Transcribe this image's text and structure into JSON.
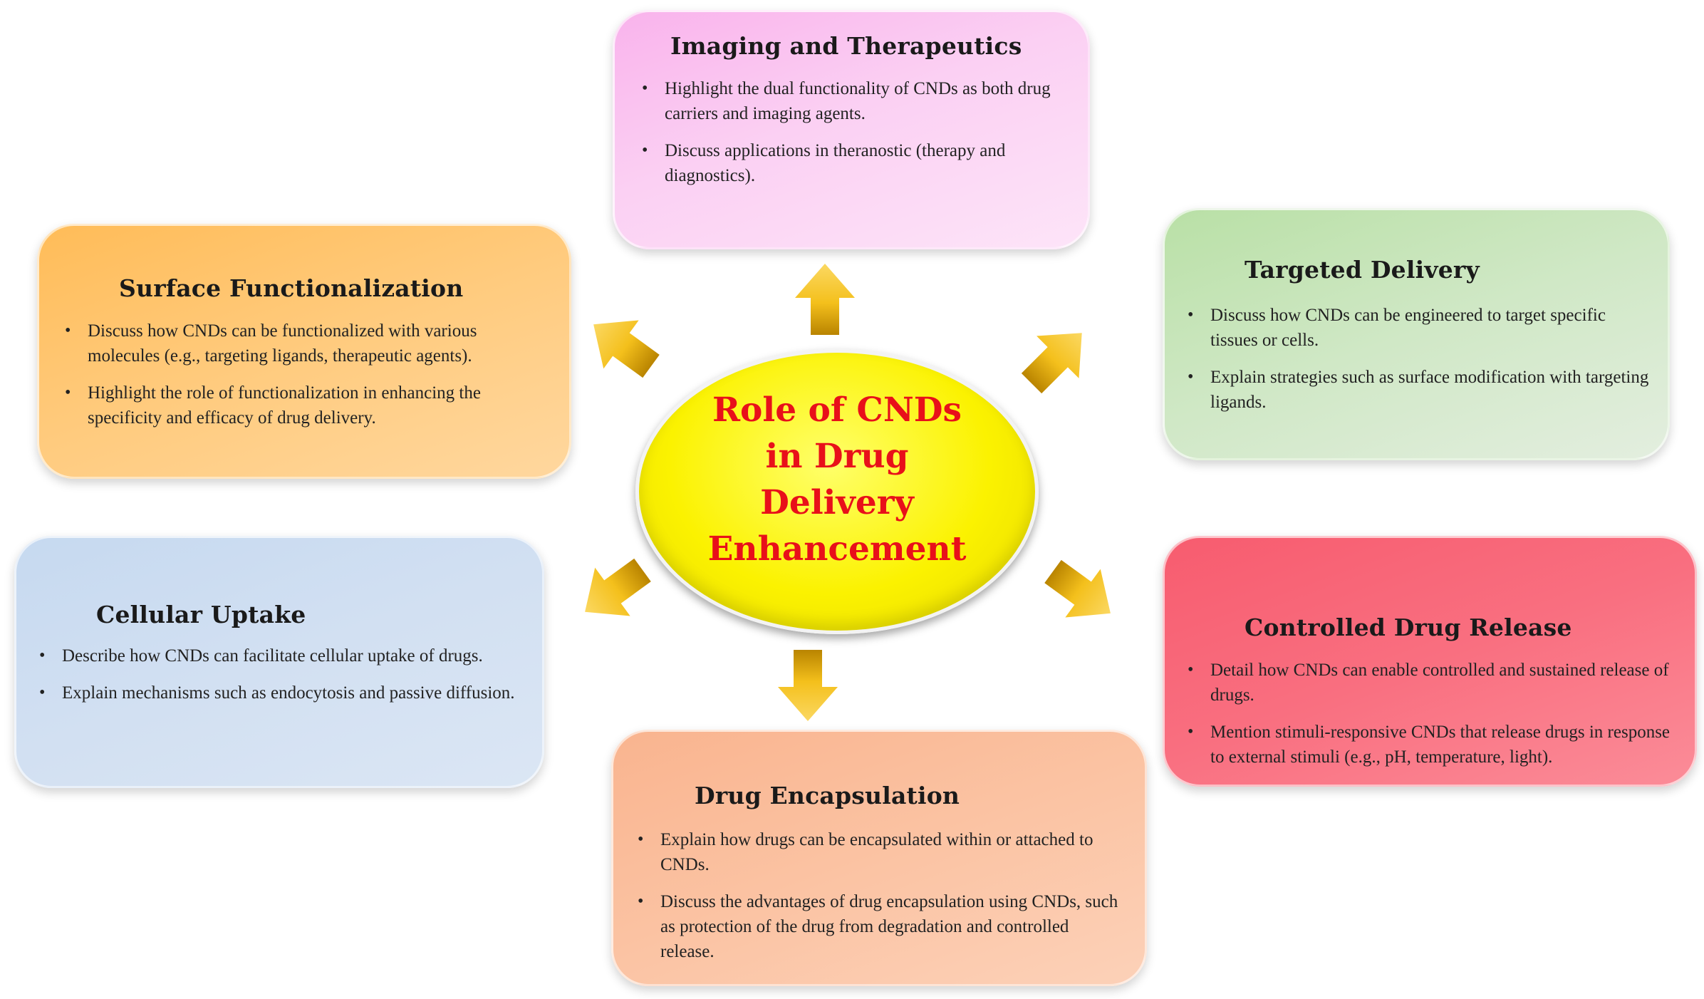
{
  "center": {
    "lines": [
      "Role of CNDs",
      "in Drug",
      "Delivery",
      "Enhancement"
    ],
    "color": "#e8101a",
    "fill": "#fbf200"
  },
  "boxes": {
    "imaging": {
      "title": "Imaging and Therapeutics",
      "bullets": [
        "Highlight the dual functionality of CNDs as both drug carriers and imaging agents.",
        "Discuss applications in theranostic (therapy and diagnostics)."
      ],
      "color": "#f9b3ec"
    },
    "targeted": {
      "title": "Targeted Delivery",
      "bullets": [
        "Discuss how CNDs can be engineered to target specific tissues or cells.",
        "Explain strategies such as surface modification with targeting ligands."
      ],
      "color": "#b9e0a6"
    },
    "surface": {
      "title": "Surface Functionalization",
      "bullets": [
        "Discuss how CNDs can be functionalized with various molecules (e.g., targeting ligands, therapeutic agents).",
        "Highlight the role of functionalization in enhancing the specificity and efficacy of drug delivery."
      ],
      "color": "#ffbc58"
    },
    "cellular": {
      "title": "Cellular Uptake",
      "bullets": [
        "Describe how CNDs can facilitate cellular uptake of drugs.",
        "Explain mechanisms such as endocytosis and passive diffusion."
      ],
      "color": "#c6d9f0"
    },
    "controlled": {
      "title": "Controlled Drug Release",
      "bullets": [
        "Detail how CNDs can enable controlled and sustained release of drugs.",
        "Mention stimuli-responsive CNDs that release drugs in response to external stimuli (e.g., pH, temperature, light)."
      ],
      "color": "#f75c6f"
    },
    "encapsulation": {
      "title": "Drug Encapsulation",
      "bullets": [
        "Explain how drugs can be encapsulated within or attached to CNDs.",
        "Discuss the advantages of drug encapsulation using CNDs, such as protection of the drug from degradation and controlled release."
      ],
      "color": "#f9b48f"
    }
  },
  "arrow_color": "#f0b400"
}
